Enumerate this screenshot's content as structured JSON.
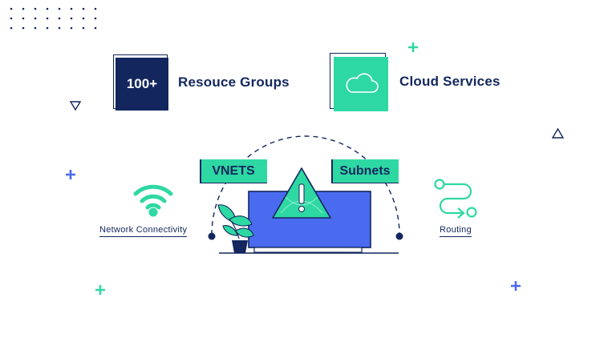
{
  "stats": [
    {
      "value": "100+",
      "label": "Resouce Groups"
    },
    {
      "label": "Cloud Services"
    }
  ],
  "tags": {
    "vnets": "VNETS",
    "subnets": "Subnets"
  },
  "captions": {
    "network": "Network Connectivity",
    "routing": "Routing"
  },
  "colors": {
    "navy": "#13265e",
    "teal": "#2ed8a3",
    "blue": "#4a6bf0",
    "plus_teal": "#2ed8a3",
    "plus_blue": "#4a6bf0"
  },
  "icons": [
    "cloud-icon",
    "wifi-icon",
    "warning-icon",
    "routing-icon",
    "plant-icon",
    "laptop-icon"
  ]
}
